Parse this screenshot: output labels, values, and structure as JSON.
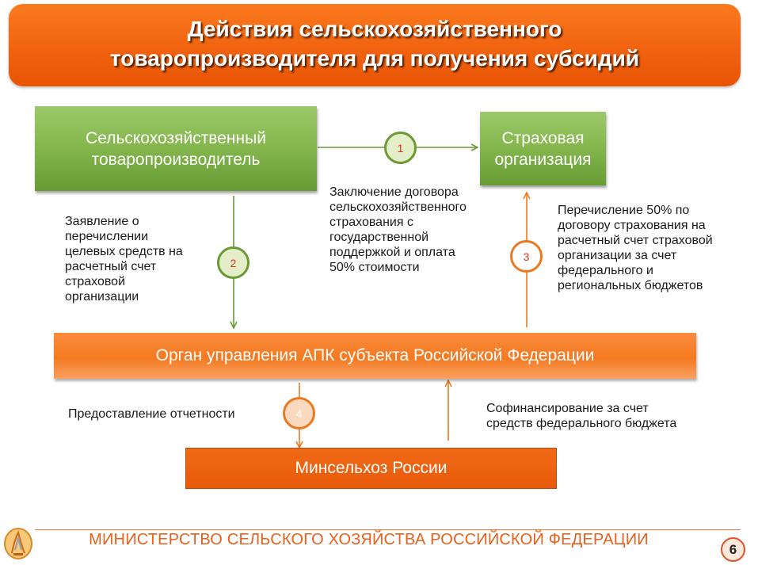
{
  "title": {
    "line1": "Действия сельскохозяйственного",
    "line2": "товаропроизводителя для получения субсидий"
  },
  "nodes": {
    "producer": {
      "line1": "Сельскохозяйственный",
      "line2": "товаропроизводитель"
    },
    "insurer": {
      "line1": "Страховая",
      "line2": "организация"
    },
    "agency": "Орган управления АПК субъекта Российской Федерации",
    "ministry": "Минсельхоз России"
  },
  "steps": [
    {
      "num": "1",
      "text": [
        "Заключение договора",
        "сельскохозяйственного",
        "страхования с",
        "государственной",
        "поддержкой и оплата",
        "50% стоимости"
      ]
    },
    {
      "num": "2",
      "text": [
        "Заявление о",
        "перечислении",
        "целевых средств на",
        "расчетный счет",
        "страховой",
        "организации"
      ]
    },
    {
      "num": "3",
      "text": [
        "Перечисление 50% по",
        "договору страхования на",
        "расчетный счет страховой",
        "организации за счет",
        "федерального и",
        "региональных бюджетов"
      ]
    },
    {
      "num": "4",
      "text": [
        "Предоставление отчетности"
      ]
    }
  ],
  "cofinancing": [
    "Софинансирование за счет",
    "средств федерального бюджета"
  ],
  "footer": {
    "org": "МИНИСТЕРСТВО СЕЛЬСКОГО ХОЗЯЙСТВА РОССИЙСКОЙ ФЕДЕРАЦИИ",
    "page": "6"
  },
  "colors": {
    "accent_orange": "#f16310",
    "green": "#86b84f",
    "arrow_orange": "#ea7a22",
    "arrow_green": "#6b9a34"
  }
}
